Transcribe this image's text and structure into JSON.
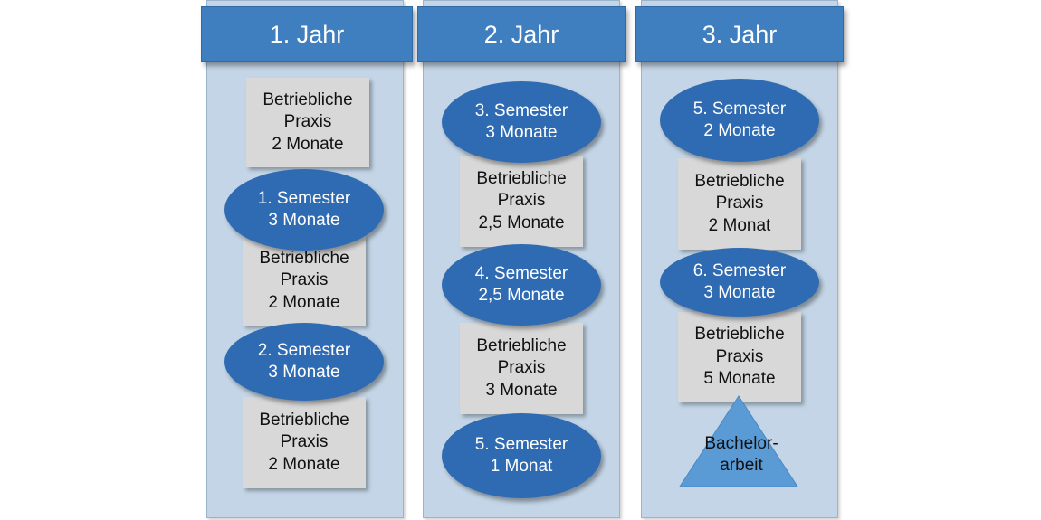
{
  "years": [
    {
      "title": "1. Jahr",
      "items": [
        {
          "kind": "praxis",
          "text": "Betriebliche\nPraxis\n2 Monate"
        },
        {
          "kind": "semester",
          "text": "1. Semester\n3 Monate"
        },
        {
          "kind": "praxis",
          "text": "Betriebliche\nPraxis\n2 Monate"
        },
        {
          "kind": "semester",
          "text": "2. Semester\n3 Monate"
        },
        {
          "kind": "praxis",
          "text": "Betriebliche\nPraxis\n2 Monate"
        }
      ]
    },
    {
      "title": "2. Jahr",
      "items": [
        {
          "kind": "semester",
          "text": "3. Semester\n3 Monate"
        },
        {
          "kind": "praxis",
          "text": "Betriebliche\nPraxis\n2,5 Monate"
        },
        {
          "kind": "semester",
          "text": "4. Semester\n2,5 Monate"
        },
        {
          "kind": "praxis",
          "text": "Betriebliche\nPraxis\n3 Monate"
        },
        {
          "kind": "semester",
          "text": "5. Semester\n1 Monat"
        }
      ]
    },
    {
      "title": "3. Jahr",
      "items": [
        {
          "kind": "semester",
          "text": "5. Semester\n2 Monate"
        },
        {
          "kind": "praxis",
          "text": "Betriebliche\nPraxis\n2 Monat"
        },
        {
          "kind": "semester",
          "text": "6. Semester\n3 Monate"
        },
        {
          "kind": "praxis",
          "text": "Betriebliche\nPraxis\n5 Monate"
        }
      ],
      "thesis": "Bachelor-\narbeit"
    }
  ],
  "colors": {
    "column_bg": "#c3d5e6",
    "header": "#3f7fbf",
    "semester": "#2f6bb3",
    "praxis": "#d8d8d8",
    "thesis": "#5b9bd5"
  }
}
